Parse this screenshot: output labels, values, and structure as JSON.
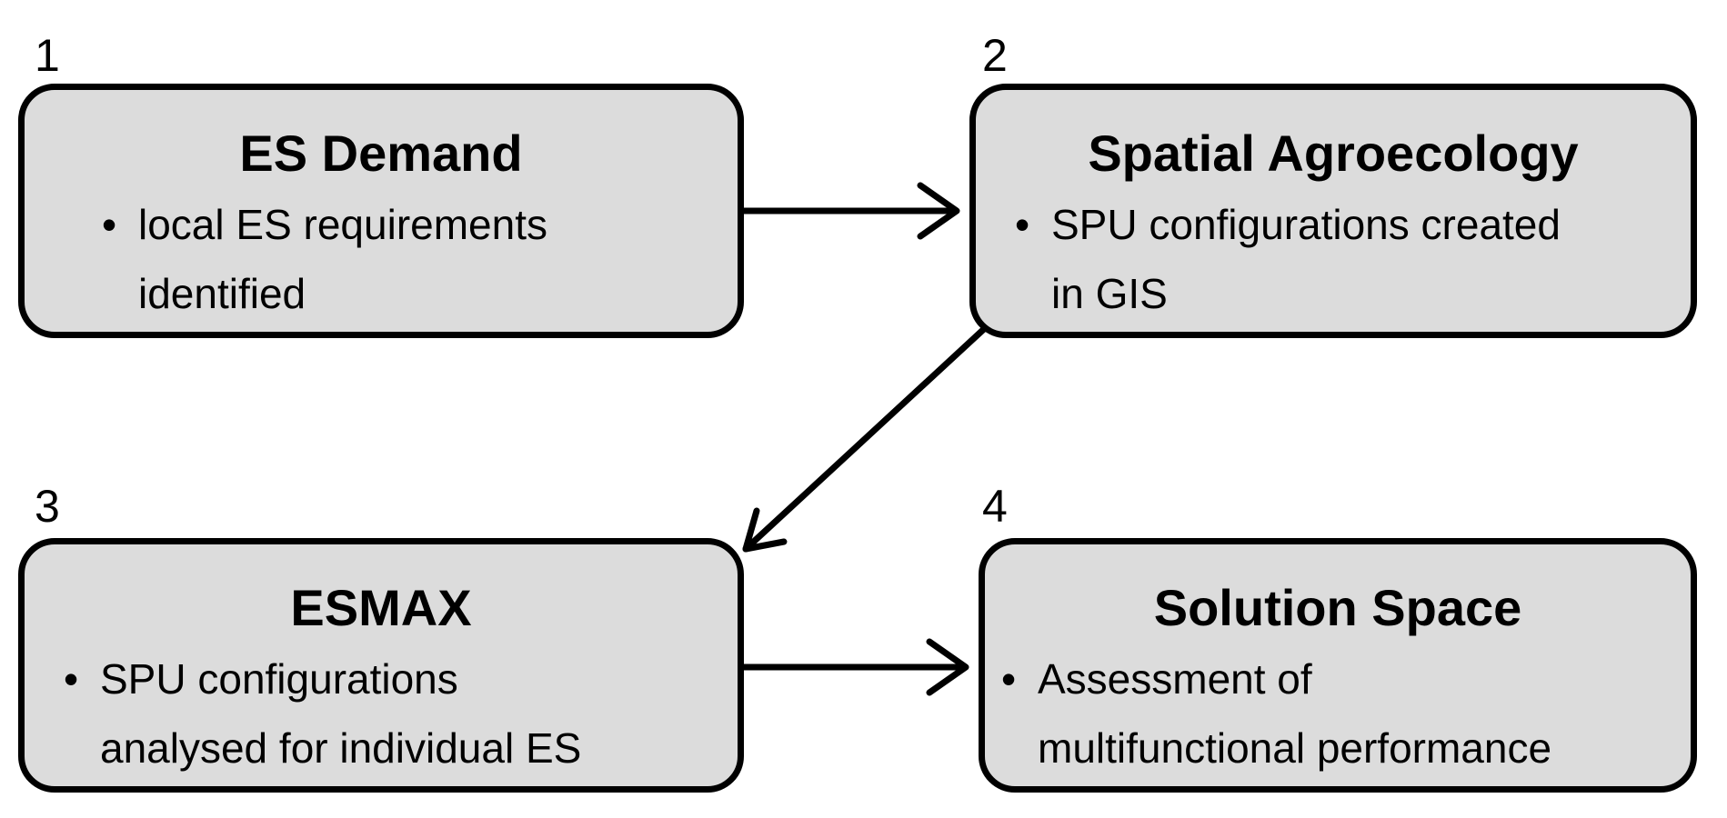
{
  "steps": [
    {
      "number": "1",
      "title": "ES Demand",
      "bullet_lines": [
        "local ES requirements",
        "identified"
      ]
    },
    {
      "number": "2",
      "title": "Spatial Agroecology",
      "bullet_lines": [
        "SPU configurations created",
        "in GIS"
      ]
    },
    {
      "number": "3",
      "title": "ESMAX",
      "bullet_lines": [
        "SPU configurations",
        "analysed for individual ES"
      ]
    },
    {
      "number": "4",
      "title": "Solution Space",
      "bullet_lines": [
        "Assessment of",
        "multifunctional performance"
      ]
    }
  ],
  "bullet_symbol": "•",
  "colors": {
    "box_fill": "#dcdcdc",
    "stroke": "#000000",
    "background": "#ffffff"
  }
}
